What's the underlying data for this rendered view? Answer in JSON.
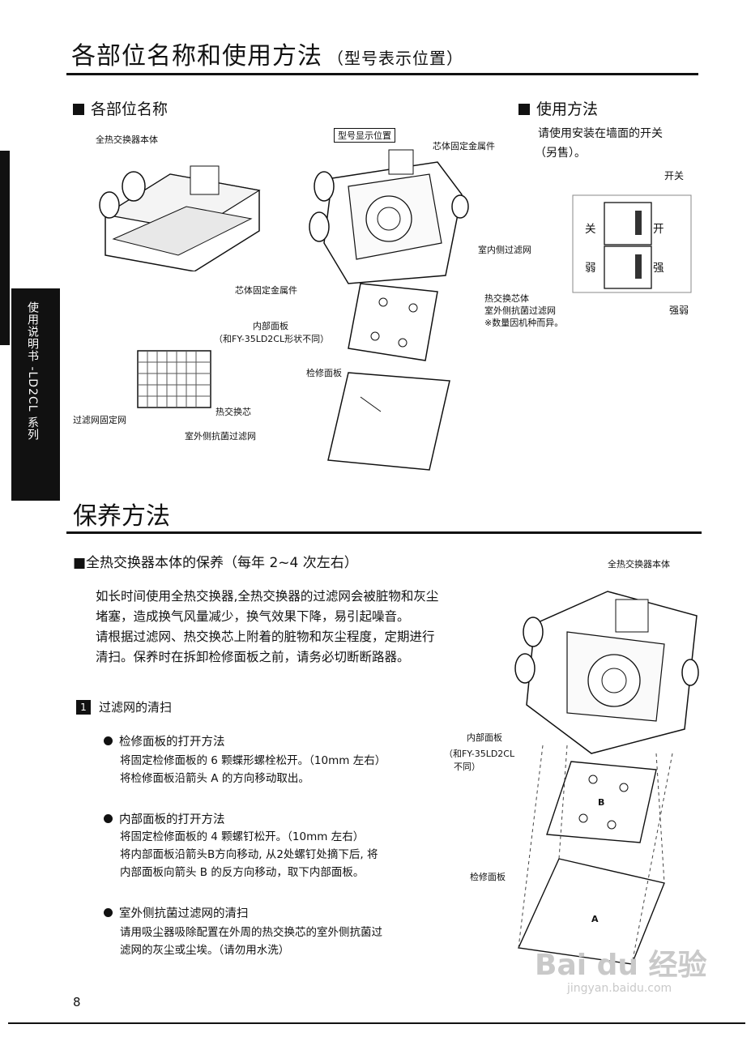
{
  "header": {
    "title": "各部位名称和使用方法",
    "subtitle": "（型号表示位置）"
  },
  "sidebar": {
    "label": "使用说明书 -LD2CL 系列"
  },
  "parts": {
    "heading": "各部位名称",
    "labels": {
      "main_unit": "全热交换器本体",
      "model_position": "型号显示位置",
      "core_bracket_top": "芯体固定金属件",
      "indoor_filter": "室内侧过滤网",
      "core_bracket_left": "芯体固定金属件",
      "heat_core": "热交换芯体",
      "outdoor_filter": "室外侧抗菌过滤网",
      "note": "※数量因机种而异。",
      "inner_panel": "内部面板",
      "inner_panel_note": "（和FY-35LD2CL形状不同）",
      "inspection_panel": "检修面板",
      "filter_fix_net": "过滤网固定网",
      "heat_core_2": "热交换芯",
      "outdoor_filter_2": "室外侧抗菌过滤网"
    }
  },
  "usage": {
    "heading": "使用方法",
    "text_line1": "请使用安装在墙面的开关",
    "text_line2": "（另售）。",
    "switch_label": "开关",
    "off": "关",
    "on": "开",
    "weak": "弱",
    "strong": "强",
    "strong_weak": "强弱"
  },
  "maintenance": {
    "title": "保养方法",
    "subheading": "■全热交换器本体的保养（每年 2~4 次左右）",
    "paragraph": [
      "如长时间使用全热交换器,全热交换器的过滤网会被脏物和灰尘",
      "堵塞，造成换气风量减少，换气效果下降，易引起噪音。",
      "请根据过滤网、热交换芯上附着的脏物和灰尘程度，定期进行",
      "清扫。保养时在拆卸检修面板之前，请务必切断断路器。"
    ],
    "step_number": "1",
    "step_title": "过滤网的清扫",
    "items": [
      {
        "title": "检修面板的打开方法",
        "lines": [
          "将固定检修面板的 6 颗蝶形螺栓松开。（10mm 左右）",
          "将检修面板沿箭头 A 的方向移动取出。"
        ]
      },
      {
        "title": "内部面板的打开方法",
        "lines": [
          "将固定检修面板的 4 颗螺钉松开。（10mm 左右）",
          "将内部面板沿箭头B方向移动, 从2处螺钉处摘下后, 将",
          "内部面板向箭头 B 的反方向移动，取下内部面板。"
        ]
      },
      {
        "title": "室外侧抗菌过滤网的清扫",
        "lines": [
          "请用吸尘器吸除配置在外周的热交换芯的室外侧抗菌过",
          "滤网的灰尘或尘埃。（请勿用水洗）"
        ]
      }
    ],
    "figure_labels": {
      "main_unit": "全热交换器本体",
      "inner_panel": "内部面板",
      "inner_panel_note1": "（和FY-35LD2CL",
      "inner_panel_note2": "不同）",
      "inspection_panel": "检修面板",
      "arrow_a": "A",
      "arrow_b": "B"
    }
  },
  "footer": {
    "page_number": "8",
    "watermark_main": "Bai du 经验",
    "watermark_url": "jingyan.baidu.com"
  }
}
